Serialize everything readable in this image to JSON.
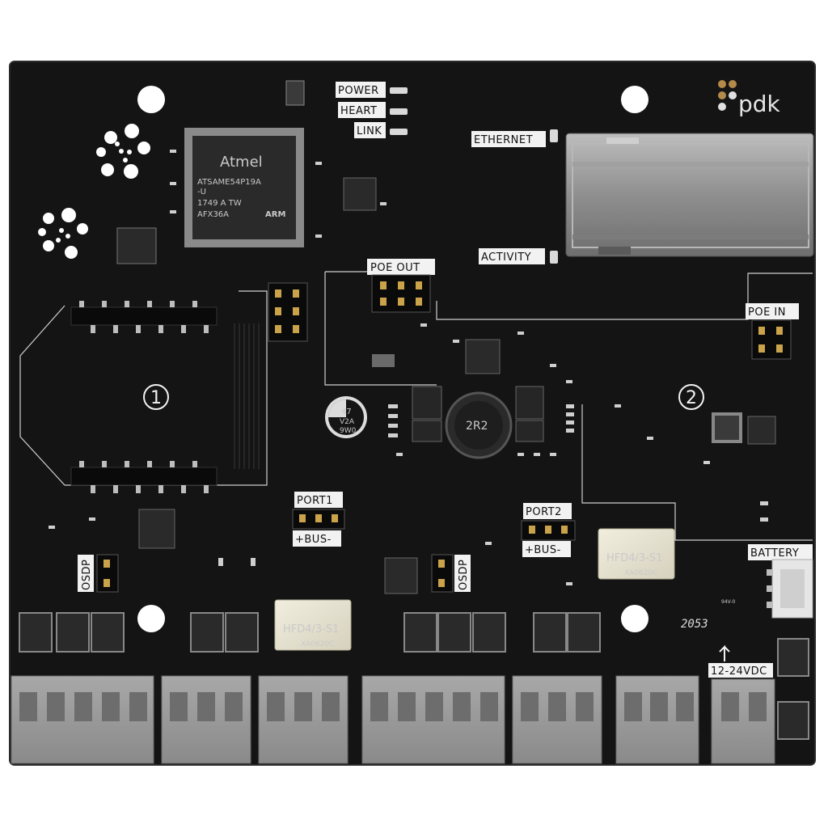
{
  "board": {
    "brand": "pdk",
    "silk_code": "2053",
    "rating": "94V-0",
    "zone_1": "1",
    "zone_2": "2"
  },
  "status_labels": {
    "power": "POWER",
    "heart": "HEART",
    "link": "LINK",
    "ethernet": "ETHERNET",
    "activity": "ACTIVITY",
    "poe_out": "POE OUT",
    "poe_in": "POE IN",
    "port1": "PORT1",
    "port2": "PORT2",
    "bus1": "+BUS-",
    "bus2": "+BUS-",
    "osdp1": "OSDP",
    "osdp2": "OSDP",
    "battery": "BATTERY",
    "voltage": "12-24VDC"
  },
  "mcu": {
    "brand": "Atmel",
    "part": "ATSAME54P19A",
    "variant": "-U",
    "lot": "1749  A TW",
    "code": "AFX36A",
    "arch": "ARM"
  },
  "relays": [
    {
      "model": "HFD4/3-S1",
      "code": "XA0620C"
    },
    {
      "model": "HFD4/3-S1",
      "code": "XA0620C"
    }
  ],
  "inductor": {
    "value": "2R2"
  },
  "capacitor": {
    "value": "47",
    "voltage": "V2A",
    "code": "9W0"
  },
  "colors": {
    "pcb": "#141414",
    "silkscreen": "#e8e8e8",
    "terminal": "#9a9a9a",
    "copper_hole": "#ffffff"
  }
}
